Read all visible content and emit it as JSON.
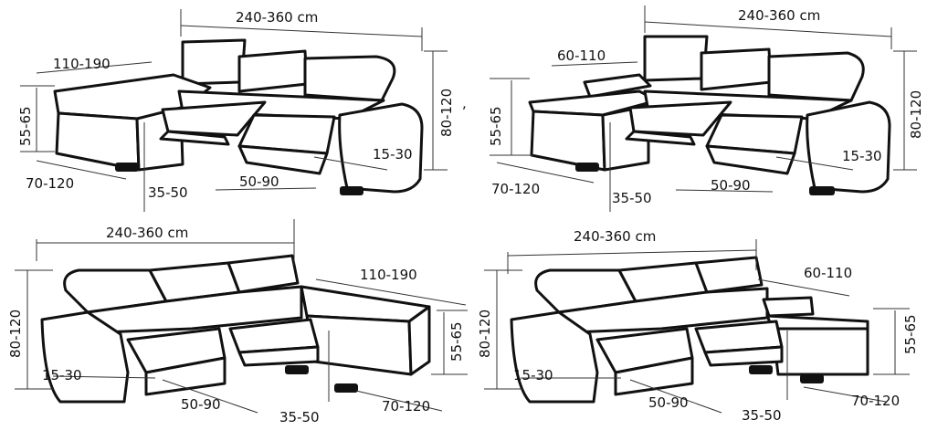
{
  "panels": [
    {
      "id": "top-left",
      "width": "240-360 cm",
      "chaise_length": "110-190",
      "seat_height": "55-65",
      "chaise_depth": "70-120",
      "recline_depth": "35-50",
      "footrest": "50-90",
      "backrest_tilt": "15-30",
      "total_height": "80-120"
    },
    {
      "id": "top-right",
      "width": "240-360 cm",
      "chaise_length": "60-110",
      "seat_height": "55-65",
      "chaise_depth": "70-120",
      "recline_depth": "35-50",
      "footrest": "50-90",
      "backrest_tilt": "15-30",
      "total_height": "80-120"
    },
    {
      "id": "bottom-left",
      "width": "240-360 cm",
      "chaise_length": "110-190",
      "seat_height": "55-65",
      "chaise_depth": "70-120",
      "recline_depth": "35-50",
      "footrest": "50-90",
      "backrest_tilt": "15-30",
      "total_height": "80-120"
    },
    {
      "id": "bottom-right",
      "width": "240-360 cm",
      "chaise_length": "60-110",
      "seat_height": "55-65",
      "chaise_depth": "70-120",
      "recline_depth": "35-50",
      "footrest": "50-90",
      "backrest_tilt": "15-30",
      "total_height": "80-120"
    }
  ],
  "separator_mark": ","
}
